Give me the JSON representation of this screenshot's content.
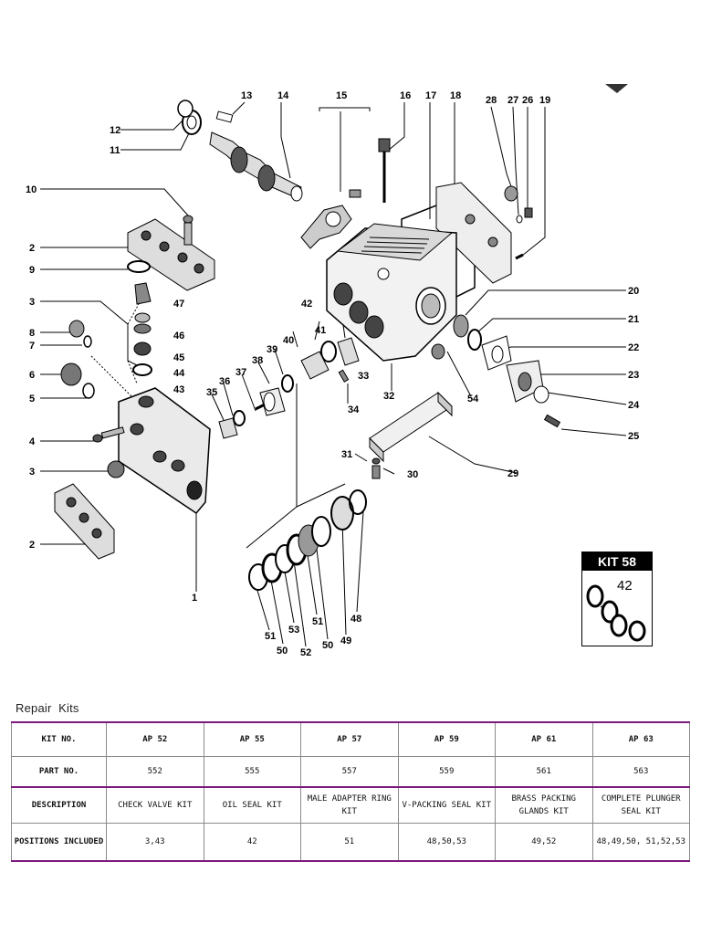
{
  "diagram": {
    "callouts": [
      {
        "id": "c13",
        "label": "13"
      },
      {
        "id": "c14",
        "label": "14"
      },
      {
        "id": "c15",
        "label": "15"
      },
      {
        "id": "c16",
        "label": "16"
      },
      {
        "id": "c17",
        "label": "17"
      },
      {
        "id": "c18",
        "label": "18"
      },
      {
        "id": "c28",
        "label": "28"
      },
      {
        "id": "c27",
        "label": "27"
      },
      {
        "id": "c26",
        "label": "26"
      },
      {
        "id": "c19",
        "label": "19"
      },
      {
        "id": "c12",
        "label": "12"
      },
      {
        "id": "c11",
        "label": "11"
      },
      {
        "id": "c10",
        "label": "10"
      },
      {
        "id": "c2a",
        "label": "2"
      },
      {
        "id": "c9",
        "label": "9"
      },
      {
        "id": "c3a",
        "label": "3"
      },
      {
        "id": "c47",
        "label": "47"
      },
      {
        "id": "c46",
        "label": "46"
      },
      {
        "id": "c8",
        "label": "8"
      },
      {
        "id": "c7",
        "label": "7"
      },
      {
        "id": "c45",
        "label": "45"
      },
      {
        "id": "c44",
        "label": "44"
      },
      {
        "id": "c6",
        "label": "6"
      },
      {
        "id": "c43",
        "label": "43"
      },
      {
        "id": "c5",
        "label": "5"
      },
      {
        "id": "c42",
        "label": "42"
      },
      {
        "id": "c41",
        "label": "41"
      },
      {
        "id": "c40",
        "label": "40"
      },
      {
        "id": "c39",
        "label": "39"
      },
      {
        "id": "c38",
        "label": "38"
      },
      {
        "id": "c37",
        "label": "37"
      },
      {
        "id": "c36",
        "label": "36"
      },
      {
        "id": "c35",
        "label": "35"
      },
      {
        "id": "c33",
        "label": "33"
      },
      {
        "id": "c34",
        "label": "34"
      },
      {
        "id": "c32",
        "label": "32"
      },
      {
        "id": "c54",
        "label": "54"
      },
      {
        "id": "c20",
        "label": "20"
      },
      {
        "id": "c21",
        "label": "21"
      },
      {
        "id": "c22",
        "label": "22"
      },
      {
        "id": "c23",
        "label": "23"
      },
      {
        "id": "c24",
        "label": "24"
      },
      {
        "id": "c25",
        "label": "25"
      },
      {
        "id": "c4",
        "label": "4"
      },
      {
        "id": "c3b",
        "label": "3"
      },
      {
        "id": "c31",
        "label": "31"
      },
      {
        "id": "c30",
        "label": "30"
      },
      {
        "id": "c29",
        "label": "29"
      },
      {
        "id": "c2b",
        "label": "2"
      },
      {
        "id": "c1",
        "label": "1"
      },
      {
        "id": "c48",
        "label": "48"
      },
      {
        "id": "c51a",
        "label": "51"
      },
      {
        "id": "c53",
        "label": "53"
      },
      {
        "id": "c51b",
        "label": "51"
      },
      {
        "id": "c50a",
        "label": "50"
      },
      {
        "id": "c52",
        "label": "52"
      },
      {
        "id": "c50b",
        "label": "50"
      },
      {
        "id": "c49",
        "label": "49"
      }
    ]
  },
  "kit_box": {
    "title": "KIT 58",
    "number": "42"
  },
  "repair": {
    "title": "Repair  Kits",
    "header": {
      "label": "KIT NO.",
      "kits": [
        "AP 52",
        "AP 55",
        "AP 57",
        "AP 59",
        "AP 61",
        "AP 63"
      ]
    },
    "part_no": {
      "label": "PART NO.",
      "values": [
        "552",
        "555",
        "557",
        "559",
        "561",
        "563"
      ]
    },
    "description": {
      "label": "DESCRIPTION",
      "values": [
        "CHECK VALVE KIT",
        "OIL SEAL KIT",
        "MALE ADAPTER RING KIT",
        "V-PACKING SEAL KIT",
        "BRASS PACKING GLANDS KIT",
        "COMPLETE PLUNGER SEAL KIT"
      ]
    },
    "positions": {
      "label": "POSITIONS INCLUDED",
      "values": [
        "3,43",
        "42",
        "51",
        "48,50,53",
        "49,52",
        "48,49,50, 51,52,53"
      ]
    }
  }
}
